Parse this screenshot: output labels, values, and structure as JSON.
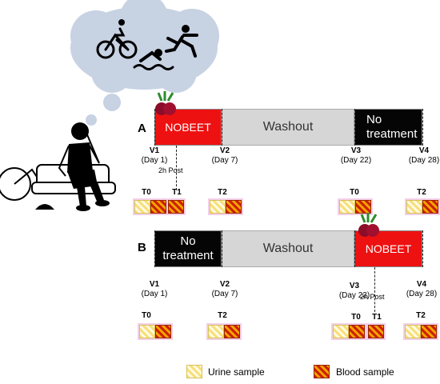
{
  "legend": {
    "urine": "Urine sample",
    "blood": "Blood sample"
  },
  "panels": [
    {
      "label": "A",
      "phases": [
        "NOBEET",
        "Washout",
        "No treatment"
      ],
      "visits": [
        {
          "name": "V1",
          "day": "(Day 1)"
        },
        {
          "name": "V2",
          "day": "(Day 7)"
        },
        {
          "name": "V3",
          "day": "(Day 22)"
        },
        {
          "name": "V4",
          "day": "(Day 28)"
        }
      ],
      "post": "2h Post",
      "timepoints": [
        "T0",
        "T1",
        "T2",
        "T0",
        "T2"
      ]
    },
    {
      "label": "B",
      "phases": [
        "No treatment",
        "Washout",
        "NOBEET"
      ],
      "visits": [
        {
          "name": "V1",
          "day": "(Day 1)"
        },
        {
          "name": "V2",
          "day": "(Day 7)"
        },
        {
          "name": "V3",
          "day": "(Day 22)"
        },
        {
          "name": "V4",
          "day": "(Day 28)"
        }
      ],
      "post": "2h Post",
      "timepoints": [
        "T0",
        "T2",
        "T0",
        "T1",
        "T2"
      ]
    }
  ],
  "icons": [
    "thought-bubble",
    "cyclist-icon",
    "swimmer-icon",
    "runner-icon",
    "tired-athlete-illustration",
    "beetroot-icon"
  ]
}
